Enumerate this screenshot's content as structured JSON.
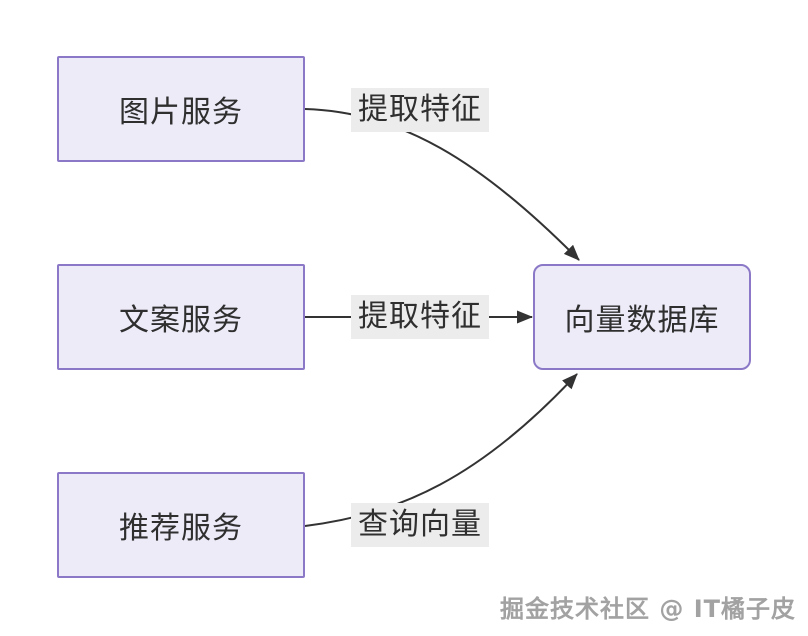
{
  "diagram": {
    "nodes": [
      {
        "id": "image-service",
        "label": "图片服务"
      },
      {
        "id": "copy-service",
        "label": "文案服务"
      },
      {
        "id": "recommend-service",
        "label": "推荐服务"
      },
      {
        "id": "vector-db",
        "label": "向量数据库"
      }
    ],
    "edges": [
      {
        "from": "image-service",
        "to": "vector-db",
        "label": "提取特征"
      },
      {
        "from": "copy-service",
        "to": "vector-db",
        "label": "提取特征"
      },
      {
        "from": "recommend-service",
        "to": "vector-db",
        "label": "查询向量"
      }
    ],
    "colors": {
      "node_border": "#8b79c7",
      "node_fill": "#eeebf9",
      "arrow": "#333333",
      "label_bg": "#ececec",
      "text": "#2f2f2f",
      "watermark": "#a2a2a2"
    }
  },
  "watermark": {
    "text": "掘金技术社区 @ IT橘子皮"
  }
}
